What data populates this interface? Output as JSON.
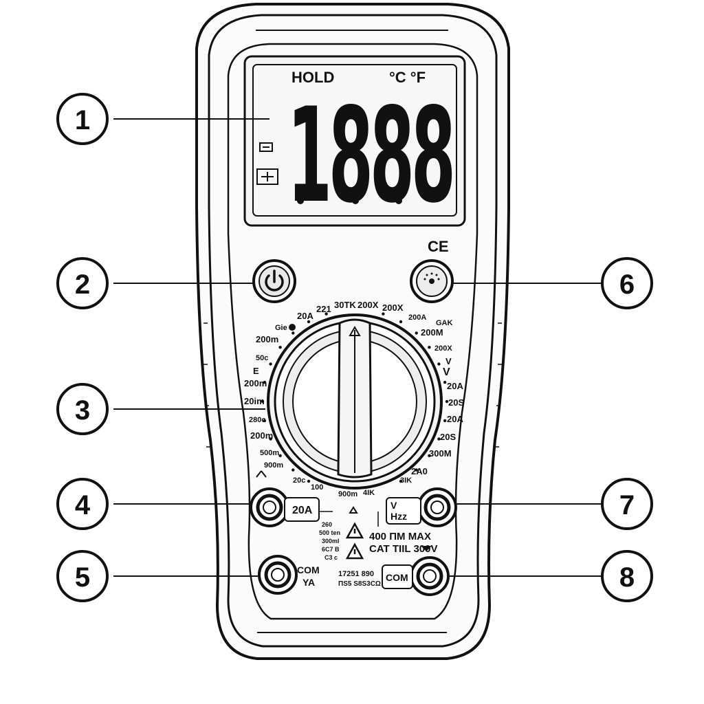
{
  "lcd": {
    "hold": "HOLD",
    "units": "°C °F",
    "reading": "1888"
  },
  "ce_mark": "CE",
  "callouts": [
    "1",
    "2",
    "3",
    "4",
    "5",
    "6",
    "7",
    "8"
  ],
  "dial": {
    "left_labels": [
      "Gie",
      "200m",
      "50c",
      "E",
      "200m",
      "20im",
      "280c",
      "200m",
      "500m",
      "900m",
      "20c"
    ],
    "top_labels": [
      "20A",
      "221",
      "30TK",
      "200X",
      "200X",
      "200A"
    ],
    "right_labels": [
      "GAK",
      "200M",
      "200X",
      "V",
      "V",
      "20A",
      "20S",
      "20A",
      "20S",
      "300M",
      "2A0"
    ],
    "bottom_labels": [
      "100",
      "900m",
      "4IK",
      "3IK"
    ]
  },
  "terminals": {
    "a20_label": "20A",
    "a20_notes": [
      "260",
      "500 ten",
      "300ml",
      "6C7 B",
      "C3 c"
    ],
    "warning_symbol": "⚠",
    "vhz_label_line1": "V",
    "vhz_label_line2": "Hzz",
    "max_spec_line1": "400 ΠM MAX",
    "max_spec_line2": "CAT TIIL 300V",
    "com_left_line1": "COM",
    "com_left_line2": "YA",
    "com_right_label": "COM",
    "bottom_spec_line1": "17251 890",
    "bottom_spec_line2": "ΠS5 S8S3CΩ"
  }
}
